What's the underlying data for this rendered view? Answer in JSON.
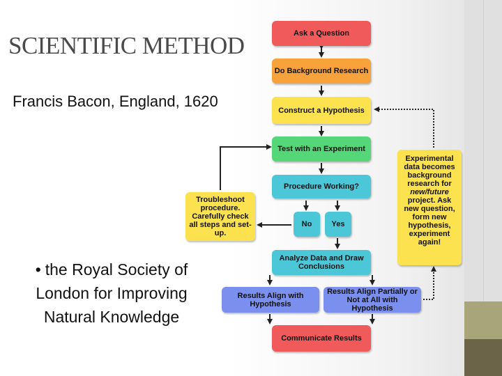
{
  "slide": {
    "title": "SCIENTIFIC METHOD",
    "subtitle": "Francis Bacon, England, 1620",
    "bullet_symbol": "•",
    "bullet_text": "the Royal Society of London for Improving Natural Knowledge"
  },
  "flowchart": {
    "ask": "Ask a Question",
    "background": "Do Background Research",
    "hypothesis": "Construct a Hypothesis",
    "experiment": "Test with an Experiment",
    "procedure": "Procedure Working?",
    "no": "No",
    "yes": "Yes",
    "troubleshoot": "Troubleshoot procedure. Carefully check all steps and set-up.",
    "analyze": "Analyze Data and Draw Conclusions",
    "align": "Results Align with Hypothesis",
    "partial": "Results Align Partially or Not at All with Hypothesis",
    "communicate": "Communicate Results",
    "experimental_pre": "Experimental data becomes background research for",
    "experimental_em": "new/future",
    "experimental_post": "project. Ask new question, form new hypothesis, experiment again!"
  },
  "colors": {
    "red": "#f05a5a",
    "orange": "#f7a23a",
    "yellow": "#fce24e",
    "green": "#55d679",
    "cyan": "#4cc7d8",
    "blue": "#7b90ee",
    "accent_olive": "#a9a57a",
    "accent_dark": "#6b6448"
  }
}
